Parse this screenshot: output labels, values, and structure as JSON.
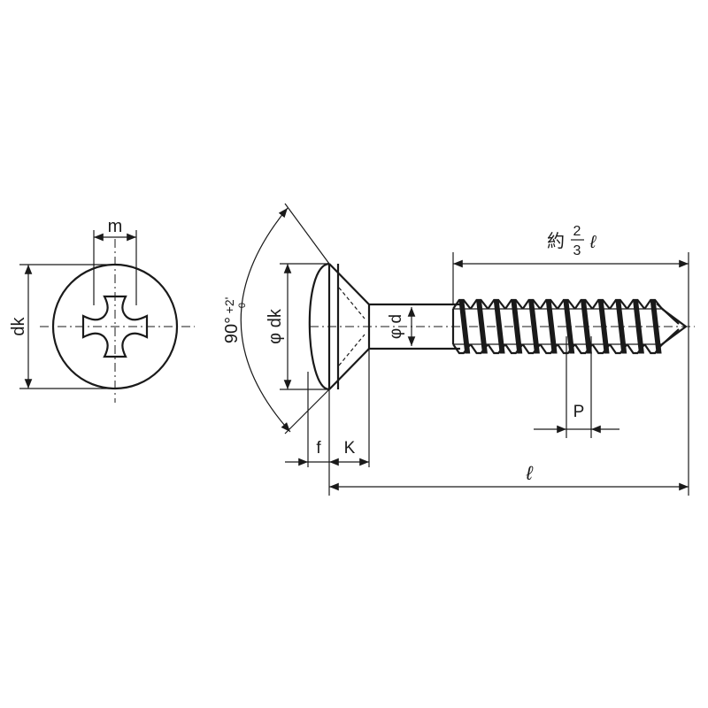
{
  "labels": {
    "m": "m",
    "dk": "dk",
    "phi_dk": "φ dk",
    "angle_main": "90°",
    "angle_tol_upper": "+2'",
    "angle_tol_lower": "0",
    "phi_d": "φ d",
    "f": "f",
    "K": "K",
    "P": "P",
    "l": "ℓ",
    "approx_prefix": "約",
    "approx_num": "2",
    "approx_den": "3",
    "approx_suffix": "ℓ"
  },
  "colors": {
    "line": "#1a1a1a",
    "background": "#ffffff"
  },
  "thread_crest_count": 12
}
